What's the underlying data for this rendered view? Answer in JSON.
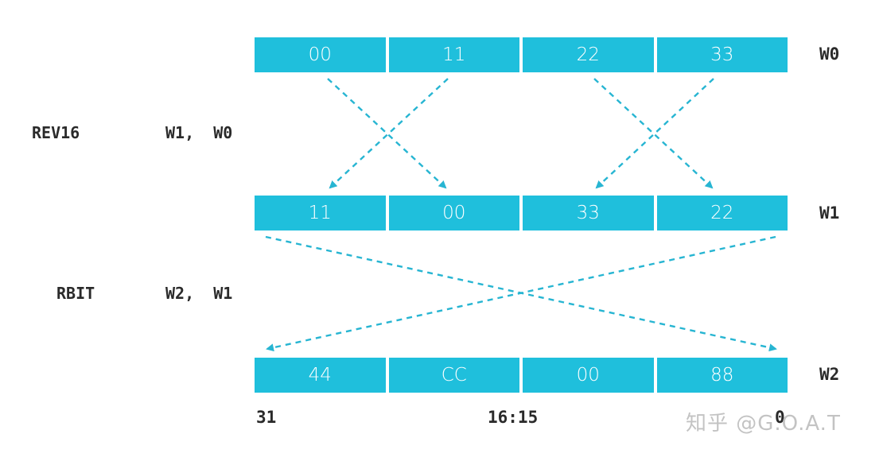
{
  "registers": {
    "w0": {
      "label": "W0",
      "bytes": [
        "00",
        "11",
        "22",
        "33"
      ]
    },
    "w1": {
      "label": "W1",
      "bytes": [
        "11",
        "00",
        "33",
        "22"
      ]
    },
    "w2": {
      "label": "W2",
      "bytes": [
        "44",
        "CC",
        "00",
        "88"
      ]
    }
  },
  "instructions": [
    {
      "mnemonic": "REV16",
      "operands": "W1,  W0"
    },
    {
      "mnemonic": "RBIT",
      "operands": "W2,  W1"
    }
  ],
  "bit_positions": {
    "high": "31",
    "middle": "16:15",
    "low": "0"
  },
  "watermark": "知乎 @G.O.A.T",
  "colors": {
    "cell": "#1fbfdc",
    "arrow": "#27b5d2",
    "text": "#2a2a2a"
  }
}
